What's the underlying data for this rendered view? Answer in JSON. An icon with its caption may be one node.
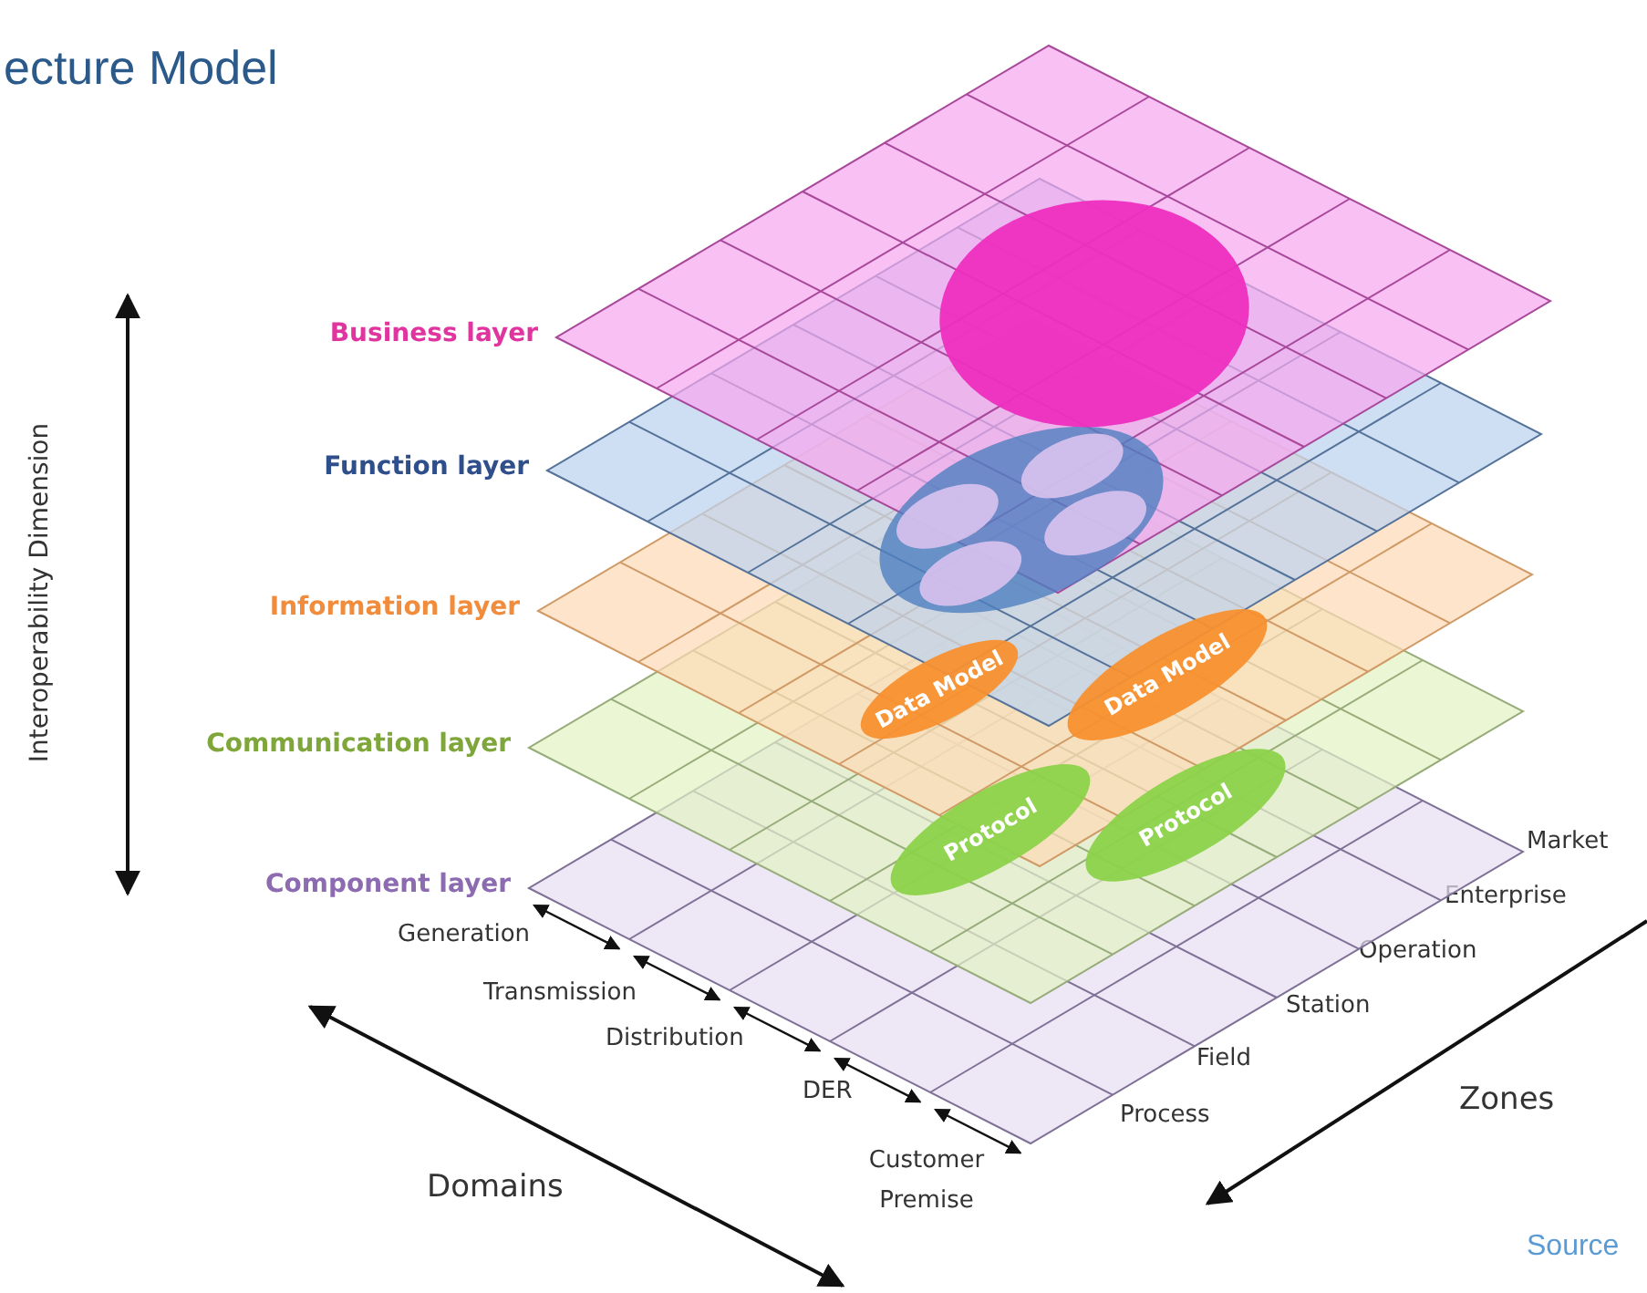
{
  "diagram": {
    "title": "ecture Model",
    "nodes": [
      {
        "text": [
          "Business layer"
        ]
      },
      {
        "text": [],
        "shape": "circle"
      },
      {
        "text": [
          "Function layer"
        ]
      },
      {
        "text": [],
        "shape": "circle"
      },
      {
        "text": [
          "Information layer"
        ]
      },
      {
        "text": [
          "Data Model"
        ]
      },
      {
        "text": [
          "Data Model"
        ]
      },
      {
        "text": [
          "Communication layer"
        ]
      },
      {
        "text": [
          "Protocol"
        ]
      },
      {
        "text": [
          "Protocol"
        ]
      },
      {
        "text": [
          "Component layer"
        ]
      }
    ],
    "labels": [
      "Interoperability Dimension",
      "Generation",
      "Transmission",
      "Distribution",
      "DER",
      "Customer Premise",
      "Domains",
      "Market",
      "Enterprise",
      "Operation",
      "Station",
      "Field",
      "Process",
      "Zones",
      "Source"
    ]
  }
}
